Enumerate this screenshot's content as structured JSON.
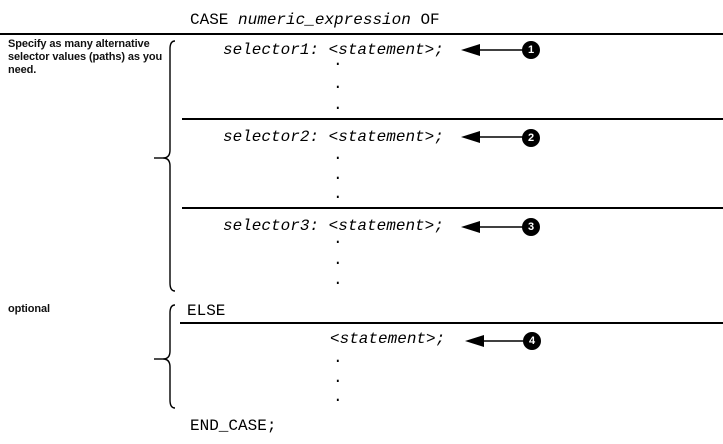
{
  "header": {
    "keyword_case": "CASE",
    "expression": "numeric_expression",
    "keyword_of": "OF"
  },
  "annotation": {
    "lines": [
      "Specify as many alternative",
      "selector values (paths) as you",
      "need."
    ]
  },
  "optional_label": "optional",
  "sections": [
    {
      "selector_label": "selector1:",
      "statement": "<statement>;",
      "callout": "1"
    },
    {
      "selector_label": "selector2:",
      "statement": "<statement>;",
      "callout": "2"
    },
    {
      "selector_label": "selector3:",
      "statement": "<statement>;",
      "callout": "3"
    }
  ],
  "else_block": {
    "keyword": "ELSE",
    "statement": "<statement>;",
    "callout": "4"
  },
  "footer_keyword": "END_CASE;",
  "dot": ".",
  "colors": {
    "ink": "#000000",
    "background": "#ffffff"
  }
}
